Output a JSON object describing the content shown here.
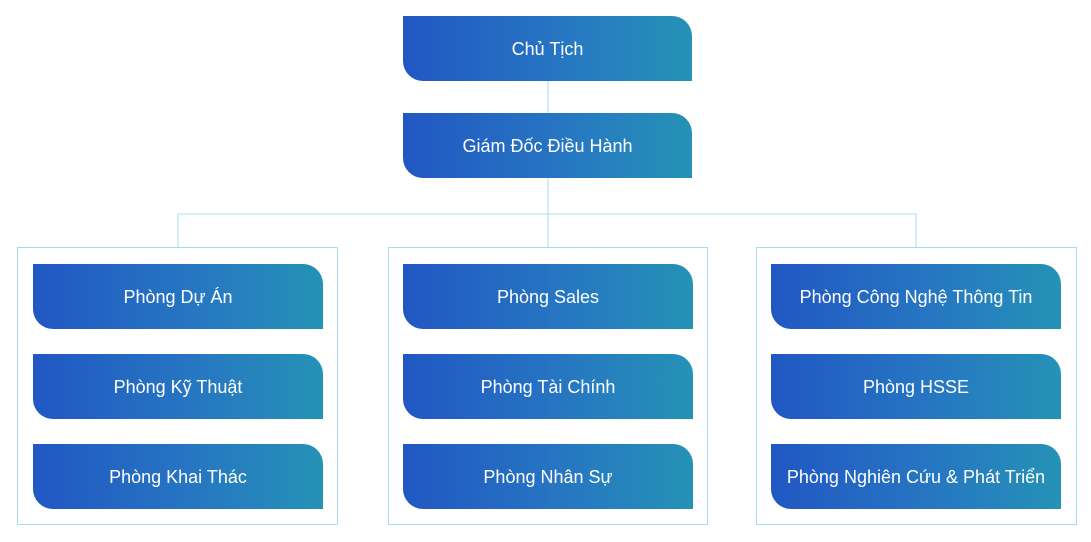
{
  "chart": {
    "chairman": "Chủ Tịch",
    "ceo": "Giám Đốc Điều Hành",
    "groups": [
      {
        "departments": [
          "Phòng Dự Án",
          "Phòng Kỹ Thuật",
          "Phòng Khai Thác"
        ]
      },
      {
        "departments": [
          "Phòng Sales",
          "Phòng Tài Chính",
          "Phòng Nhân Sự"
        ]
      },
      {
        "departments": [
          "Phòng Công Nghệ Thông Tin",
          "Phòng HSSE",
          "Phòng Nghiên Cứu & Phát Triển"
        ]
      }
    ]
  },
  "colors": {
    "box_gradient_start": "#2157c3",
    "box_gradient_end": "#2592b6",
    "connector": "#a9dceb",
    "text": "#ffffff"
  }
}
